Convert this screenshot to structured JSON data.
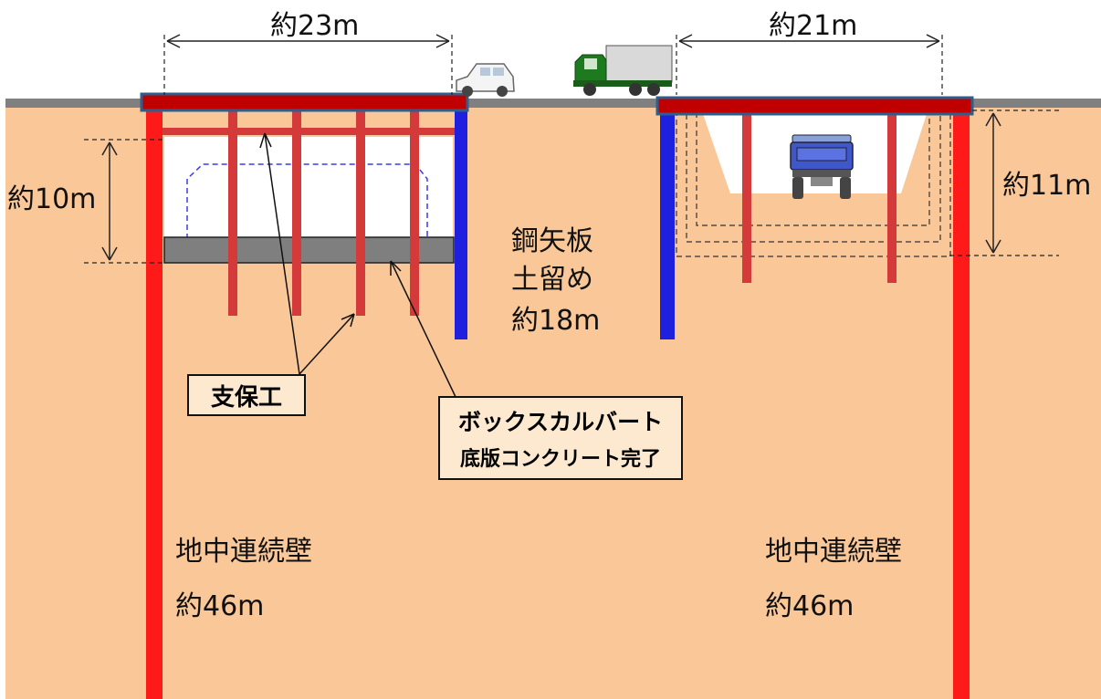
{
  "dimensions": {
    "left_width": "約23m",
    "right_width": "約21m",
    "left_depth": "約10m",
    "right_depth": "約11m"
  },
  "sheet_pile": {
    "line1": "鋼矢板",
    "line2": "土留め",
    "line3": "約18m"
  },
  "callouts": {
    "support": "支保工",
    "box_culvert_line1": "ボックスカルバート",
    "box_culvert_line2": "底版コンクリート完了"
  },
  "diaphragm_wall_left": {
    "name": "地中連続壁",
    "length": "約46m"
  },
  "diaphragm_wall_right": {
    "name": "地中連続壁",
    "length": "約46m"
  },
  "colors": {
    "ground": "#fac898",
    "road": "#808080",
    "diaphragm_wall": "#ff1a1a",
    "strut": "#d43a3a",
    "sheet_pile": "#1f1fe0",
    "slab": "#7f7f7f",
    "deck_outline": "#2e5f8c"
  }
}
